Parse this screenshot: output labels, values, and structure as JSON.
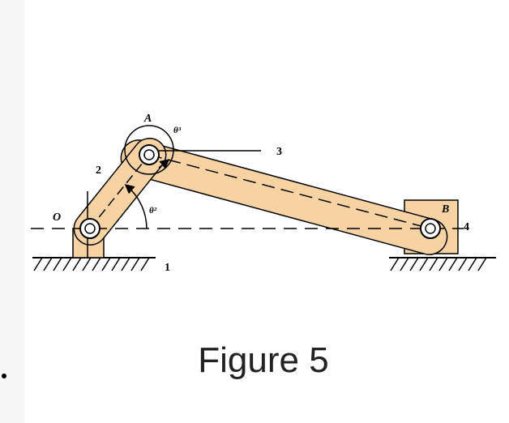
{
  "caption": "Figure 5",
  "labels": {
    "pivot_o": "O",
    "joint_a": "A",
    "joint_b": "B",
    "angle_2": "θ²",
    "angle_3": "θ³",
    "link_1": "1",
    "link_2": "2",
    "link_3": "3",
    "link_4": "4"
  },
  "colors": {
    "link_fill": "#f7d3a4",
    "stroke": "#000000",
    "background": "#ffffff"
  }
}
